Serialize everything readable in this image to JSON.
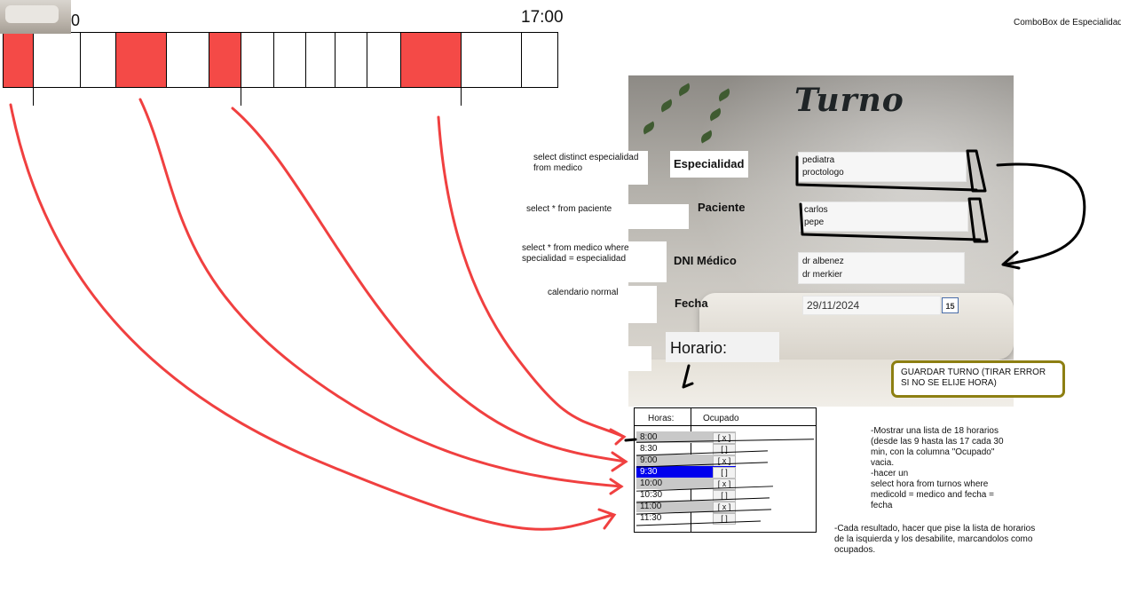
{
  "timeline": {
    "start_label": "0",
    "end_label": "17:00"
  },
  "top_right_note": "ComboBox de Especialidad",
  "form": {
    "title": "Turno",
    "labels": {
      "especialidad": "Especialidad",
      "paciente": "Paciente",
      "dni_medico": "DNI Médico",
      "fecha": "Fecha",
      "horario": "Horario:"
    },
    "especialidad_options": [
      "pediatra",
      "proctologo"
    ],
    "paciente_options": [
      "carlos",
      "pepe"
    ],
    "medico_options": [
      "dr albenez",
      "dr merkier"
    ],
    "fecha_value": "29/11/2024",
    "calendar_icon_label": "15",
    "save_button": "GUARDAR TURNO (TIRAR ERROR SI NO SE ELIJE HORA)"
  },
  "annotations": {
    "especialidad": "select distinct especialidad from medico",
    "paciente": "select * from paciente",
    "medico": "select * from medico where specialidad = especialidad",
    "fecha": "calendario normal",
    "notes_1": "-Mostrar una lista de 18 horarios (desde las 9 hasta las 17 cada 30 min, con la columna \"Ocupado\" vacia.\n-hacer un\nselect hora from turnos where medicold = medico and fecha = fecha",
    "notes_2": "-Cada resultado, hacer que pise la lista de horarios de la isquierda y los desabilite, marcandolos como ocupados."
  },
  "table": {
    "headers": [
      "Horas:",
      "Ocupado"
    ],
    "rows": [
      {
        "hora": "8:00",
        "ocupado": "[ x ]",
        "style": "gray"
      },
      {
        "hora": "8:30",
        "ocupado": "[   ]",
        "style": "white"
      },
      {
        "hora": "9:00",
        "ocupado": "[ x ]",
        "style": "gray"
      },
      {
        "hora": "9:30",
        "ocupado": "[   ]",
        "style": "selected"
      },
      {
        "hora": "10:00",
        "ocupado": "[ x ]",
        "style": "gray"
      },
      {
        "hora": "10:30",
        "ocupado": "[   ]",
        "style": "white"
      },
      {
        "hora": "11:00",
        "ocupado": "[ x ]",
        "style": "gray"
      },
      {
        "hora": "11:30",
        "ocupado": "[   ]",
        "style": "white"
      }
    ]
  },
  "colors": {
    "busy_segment": "#f44a47",
    "arrow_red": "#f04040",
    "button_border": "#8d7f12",
    "selection": "#0000ee"
  }
}
